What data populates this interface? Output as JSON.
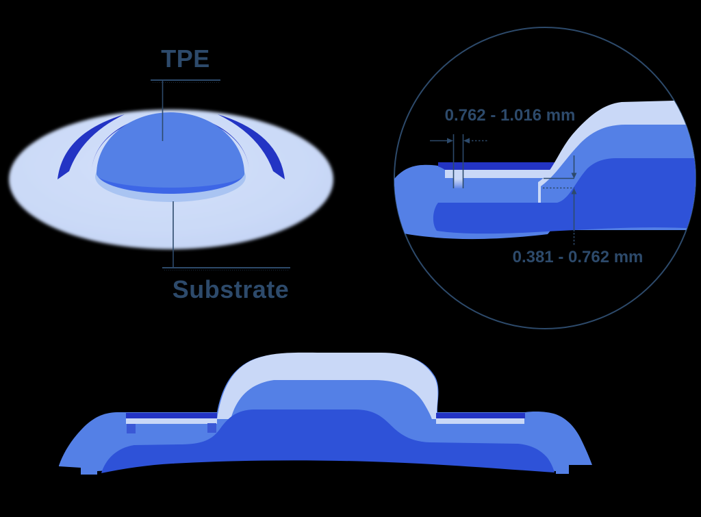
{
  "figure_disc": {
    "tpe_label": "TPE",
    "substrate_label": "Substrate"
  },
  "figure_detail": {
    "top_dimension": "0.762 - 1.016 mm",
    "bottom_dimension": "0.381 - 0.762 mm"
  },
  "colors": {
    "background": "#000000",
    "lavender": "#c9d8f7",
    "medium_blue": "#5480e6",
    "royal_blue": "#2e52d8",
    "indigo": "#2334c4",
    "bright_blue": "#3d66e6",
    "light_blue_band": "#a9c4f2",
    "groove_blue": "#3a58d6",
    "slate": "#2d4a6b"
  }
}
